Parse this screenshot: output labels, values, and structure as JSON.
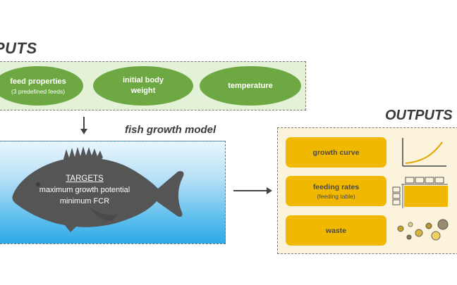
{
  "inputs": {
    "title": "PUTS",
    "feed_properties": {
      "label": "feed properties",
      "sub": "(3 predefined feeds)"
    },
    "initial_body_weight": {
      "line1": "initial body",
      "line2": "weight"
    },
    "temperature": {
      "label": "temperature"
    }
  },
  "model": {
    "title": "fish growth model",
    "targets_heading": "TARGETS",
    "target1": "maximum growth potential",
    "target2": "minimum FCR"
  },
  "outputs": {
    "title": "OUTPUTS",
    "growth_curve": {
      "label": "growth curve"
    },
    "feeding_rates": {
      "label": "feeding rates",
      "sub": "(feeding table)"
    },
    "waste": {
      "label": "waste"
    }
  },
  "colors": {
    "input_green": "#6ea843",
    "input_box": "#e3f1d6",
    "output_yellow": "#f0b800",
    "output_box": "#fbf3dc",
    "water_blue": "#2ea9e6",
    "fish_gray": "#555555"
  }
}
